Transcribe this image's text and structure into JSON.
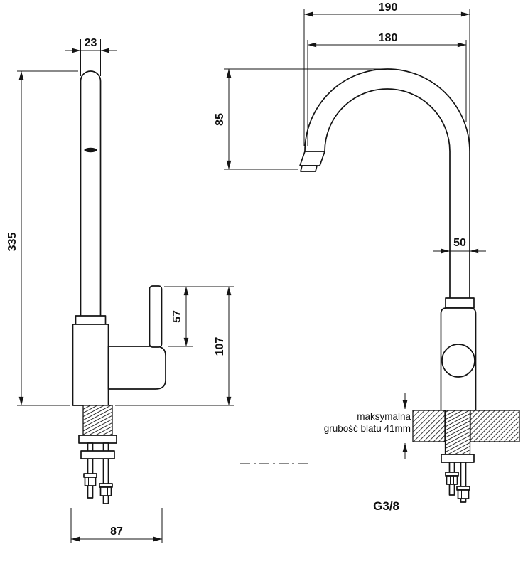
{
  "front_view": {
    "dim_spout_width": "23",
    "dim_total_height": "335",
    "dim_lever_height": "57",
    "dim_body_height": "107",
    "dim_base_width": "87"
  },
  "side_view": {
    "dim_spout_reach_outer": "190",
    "dim_spout_reach_inner": "180",
    "dim_spout_clearance": "85",
    "dim_body_diameter": "50",
    "counter_note_line1": "maksymalna",
    "counter_note_line2": "grubość blatu 41mm",
    "thread_label": "G3/8"
  }
}
